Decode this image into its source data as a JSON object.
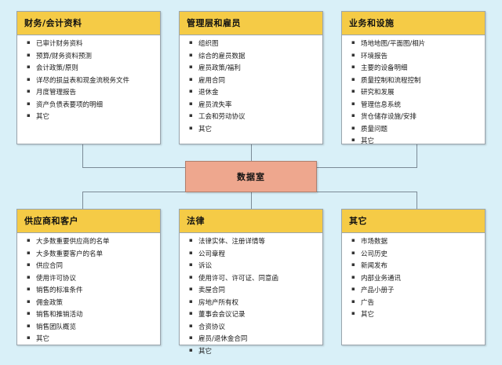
{
  "diagram": {
    "center": {
      "label": "数据室"
    },
    "top_boxes": [
      {
        "title": "财务/会计资料",
        "items": [
          "已审计财务资料",
          "预算/财务资料预测",
          "会计政策/原则",
          "详尽的损益表和现金流税务文件",
          "月度管理报告",
          "资产负债表要项的明细",
          "其它"
        ]
      },
      {
        "title": "管理层和雇员",
        "items": [
          "组织图",
          "综合的雇员数据",
          "雇员政策/福利",
          "雇用合同",
          "退休金",
          "雇员流失率",
          "工会和劳动协议",
          "其它"
        ]
      },
      {
        "title": "业务和设施",
        "items": [
          "场地地图/平面图/相片",
          "环境报告",
          "主要的设备明细",
          "质量控制和流程控制",
          "研究和发展",
          "管理信息系统",
          "货仓储存设施/安排",
          "质量问题",
          "其它"
        ]
      }
    ],
    "bottom_boxes": [
      {
        "title": "供应商和客户",
        "items": [
          "大多数重要供应商的名单",
          "大多数重要客户的名单",
          "供应合同",
          "使用许可协议",
          "销售的标准条件",
          "佣金政策",
          "销售和推销活动",
          "销售团队概览",
          "其它"
        ]
      },
      {
        "title": "法律",
        "items": [
          "法律实体、注册详情等",
          "公司章程",
          "诉讼",
          "使用许可、许可证、同意函",
          "卖屋合同",
          "房地产所有权",
          "董事会会议记录",
          "合资协议",
          "雇员/退休金合同",
          "其它"
        ]
      },
      {
        "title": "其它",
        "items": [
          "市场数据",
          "公司历史",
          "新闻发布",
          "内部业务通讯",
          "产品小册子",
          "广告",
          "其它"
        ]
      }
    ],
    "colors": {
      "background": "#d9f0f8",
      "header_fill": "#f5cb46",
      "center_fill": "#eea78e",
      "border": "#9aa5ad",
      "connector": "#7b8a96"
    }
  }
}
